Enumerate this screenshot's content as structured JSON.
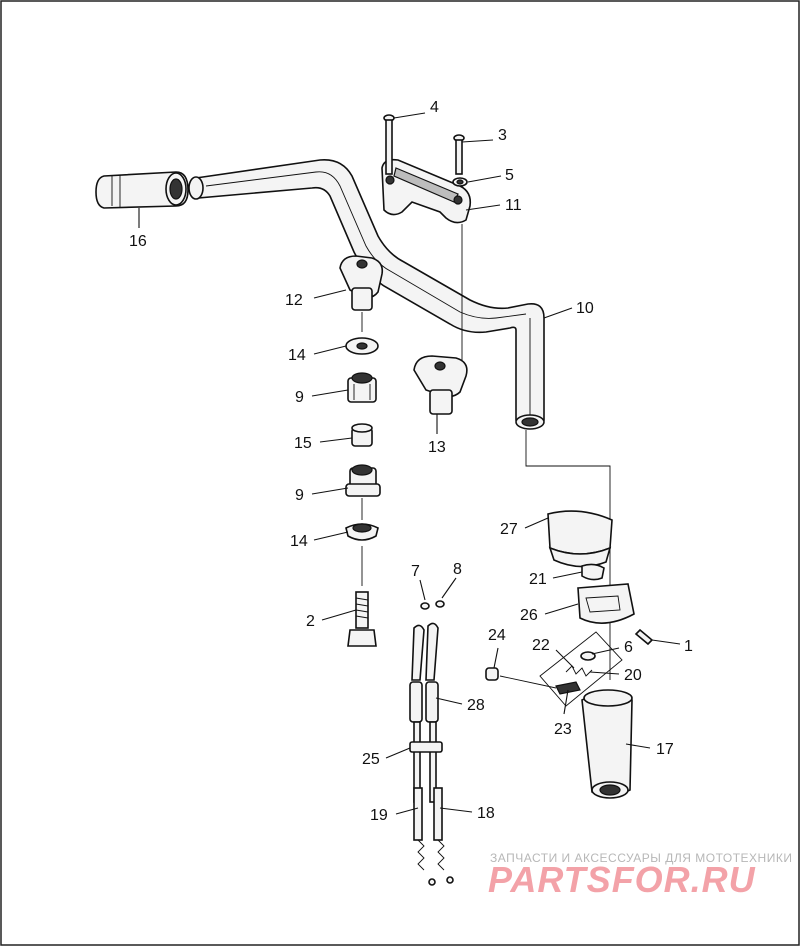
{
  "diagram": {
    "callouts": {
      "c1": "1",
      "c2": "2",
      "c3": "3",
      "c4": "4",
      "c5": "5",
      "c6": "6",
      "c7": "7",
      "c8": "8",
      "c9a": "9",
      "c9b": "9",
      "c10": "10",
      "c11": "11",
      "c12": "12",
      "c13": "13",
      "c14a": "14",
      "c14b": "14",
      "c15": "15",
      "c16": "16",
      "c17": "17",
      "c18": "18",
      "c19": "19",
      "c20": "20",
      "c21": "21",
      "c22": "22",
      "c23": "23",
      "c24": "24",
      "c25": "25",
      "c26": "26",
      "c27": "27",
      "c28": "28"
    }
  },
  "watermark": {
    "tagline": "ЗАПЧАСТИ И АКСЕССУАРЫ ДЛЯ МОТОТЕХНИКИ",
    "logo": "PARTSFOR.RU"
  }
}
